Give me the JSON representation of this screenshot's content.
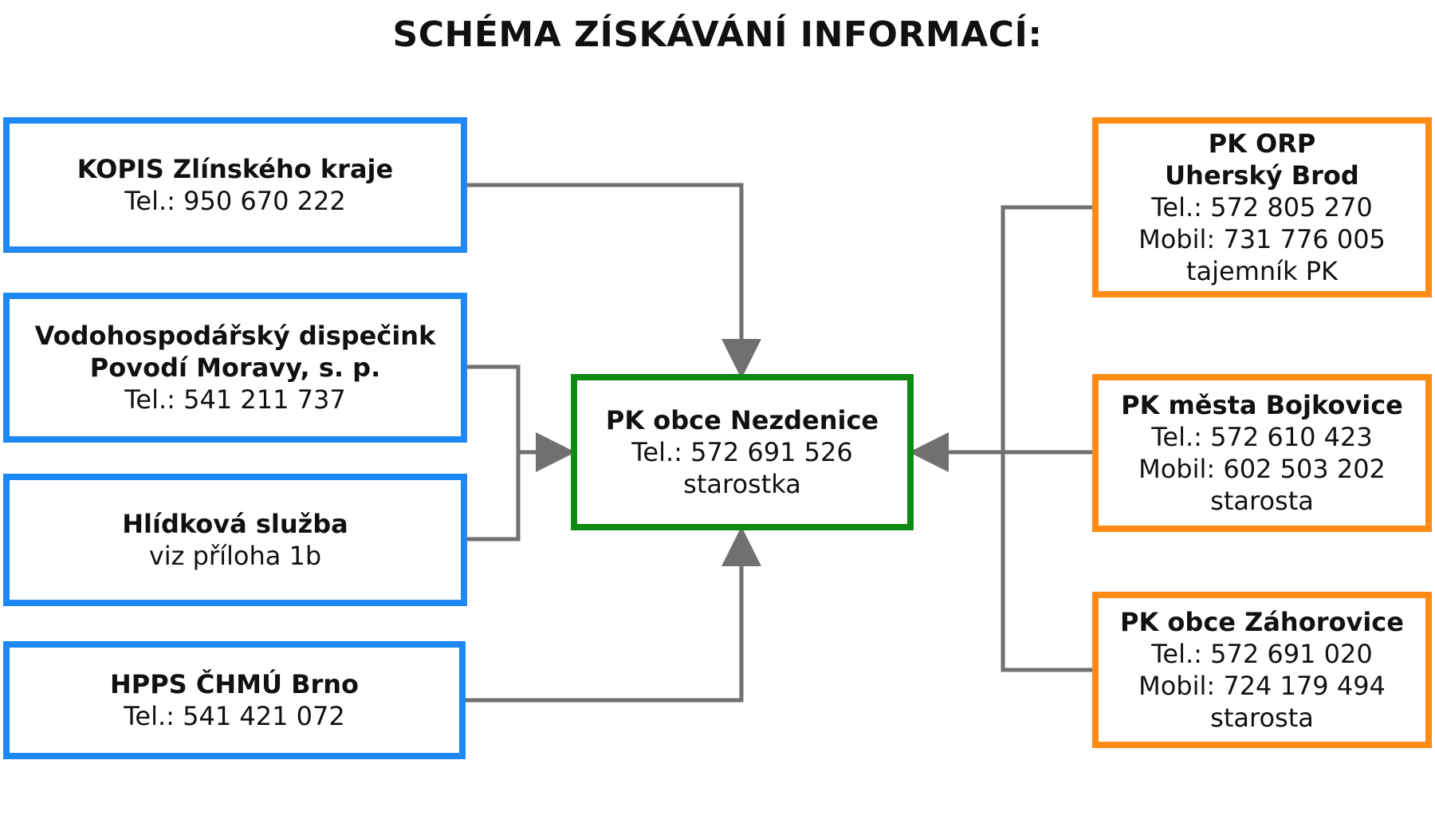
{
  "title": "SCHÉMA ZÍSKÁVÁNÍ INFORMACÍ:",
  "colors": {
    "left": "#1e88f5",
    "right": "#ff8a14",
    "center": "#0d8a12",
    "connector": "#707070"
  },
  "left_boxes": [
    {
      "lines": [
        "KOPIS Zlínského kraje",
        "Tel.: 950 670 222"
      ]
    },
    {
      "lines": [
        "Vodohospodářský dispečink",
        "Povodí Moravy, s. p.",
        "Tel.: 541 211 737"
      ]
    },
    {
      "lines": [
        "Hlídková služba",
        "viz příloha 1b"
      ]
    },
    {
      "lines": [
        "HPPS ČHMÚ Brno",
        "Tel.: 541 421 072"
      ]
    }
  ],
  "center_box": {
    "lines": [
      "PK obce Nezdenice",
      "Tel.: 572 691 526",
      "starostka"
    ]
  },
  "right_boxes": [
    {
      "lines": [
        "PK ORP",
        "Uherský Brod",
        "Tel.: 572 805 270",
        "Mobil: 731 776 005",
        "tajemník PK"
      ]
    },
    {
      "lines": [
        "PK města Bojkovice",
        "Tel.: 572 610 423",
        "Mobil: 602 503 202",
        "starosta"
      ]
    },
    {
      "lines": [
        "PK obce Záhorovice",
        "Tel.: 572 691 020",
        "Mobil: 724 179 494",
        "starosta"
      ]
    }
  ]
}
